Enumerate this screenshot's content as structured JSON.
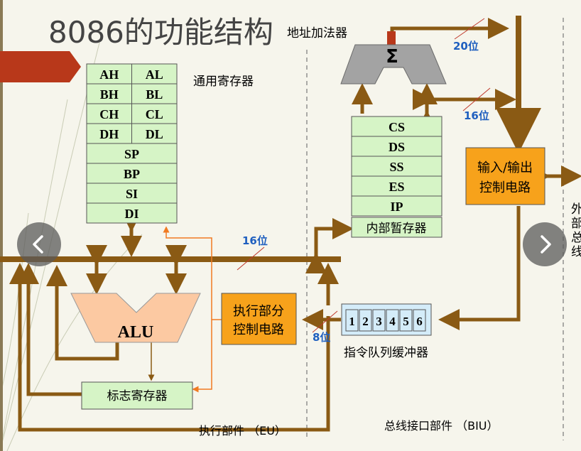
{
  "title": "8086的功能结构",
  "labels": {
    "adder": "地址加法器",
    "sigma": "Σ",
    "gp_registers": "通用寄存器",
    "bits20": "20位",
    "bits16_top": "16位",
    "bits16_bus": "16位",
    "bits8": "8位",
    "io_ctrl_line1": "输入/输出",
    "io_ctrl_line2": "控制电路",
    "exec_ctrl_line1": "执行部分",
    "exec_ctrl_line2": "控制电路",
    "internal_temp": "内部暂存器",
    "queue": "指令队列缓冲器",
    "alu": "ALU",
    "flags": "标志寄存器",
    "eu": "执行部件 （EU）",
    "biu": "总线接口部件 （BIU）",
    "ext_bus": [
      "外",
      "部",
      "总",
      "线"
    ]
  },
  "registers": {
    "pairs": [
      [
        "AH",
        "AL"
      ],
      [
        "BH",
        "BL"
      ],
      [
        "CH",
        "CL"
      ],
      [
        "DH",
        "DL"
      ]
    ],
    "singles": [
      "SP",
      "BP",
      "SI",
      "DI"
    ]
  },
  "segment_registers": [
    "CS",
    "DS",
    "SS",
    "ES",
    "IP"
  ],
  "queue_cells": [
    "1",
    "2",
    "3",
    "4",
    "5",
    "6"
  ],
  "colors": {
    "arrow": "#8a5a14",
    "box_green": "#d6f4c6",
    "orange": "#f7a21b",
    "alu": "#fcc9a2",
    "adder": "#a3a3a3",
    "queue_cell": "#d4ecf9",
    "blue_text": "#1f5fbf",
    "red_ribbon": "#b8381a",
    "red_line": "#c0392b",
    "orange_line": "#f07a22"
  },
  "nav": {
    "prev_icon": "chevron-left-icon",
    "next_icon": "chevron-right-icon"
  }
}
